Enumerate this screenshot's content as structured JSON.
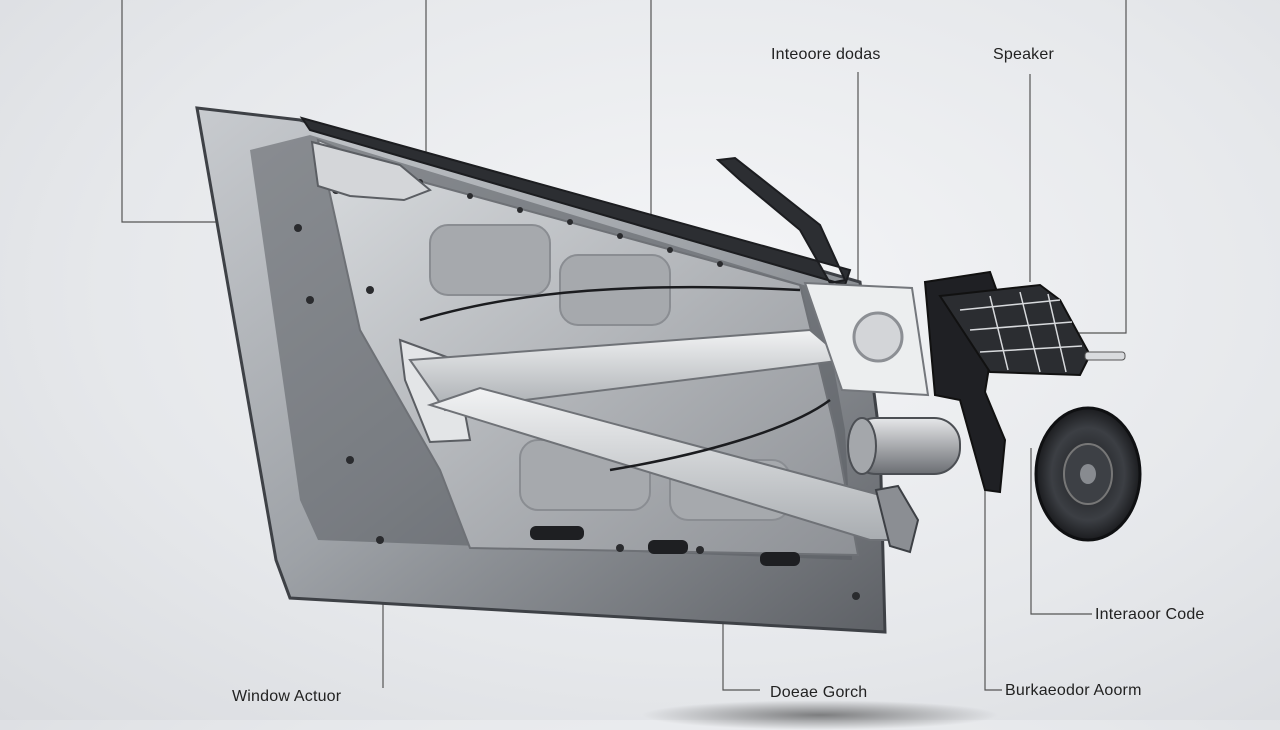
{
  "labels": {
    "interior_door": "Inteoore dodas",
    "speaker_top": "Speaker",
    "window_actuator": "Window Actuor",
    "interior_code": "Interaoor Code",
    "door_gorch": "Doeae Gorch",
    "bridge_arm": "Burkaeodor Aoorm"
  },
  "colors": {
    "leader": "#555555",
    "panel_light": "#b9bcc0",
    "panel_dark": "#4a4d52"
  }
}
